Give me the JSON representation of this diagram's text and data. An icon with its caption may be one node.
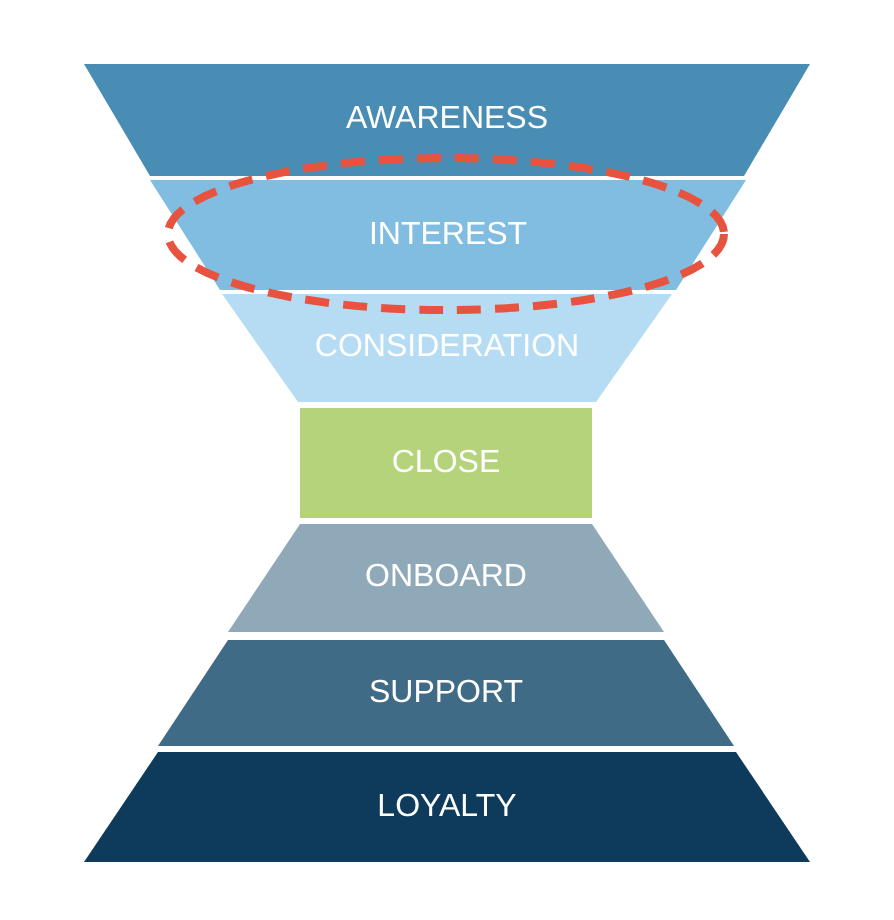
{
  "diagram": {
    "nodes": [
      {
        "text": [
          "AWARENESS"
        ]
      },
      {
        "text": [
          "INTEREST"
        ]
      },
      {
        "text": [
          "CONSIDERATION"
        ]
      },
      {
        "text": [
          "CLOSE"
        ]
      },
      {
        "text": [
          "ONBOARD"
        ]
      },
      {
        "text": [
          "SUPPORT"
        ]
      },
      {
        "text": [
          "LOYALTY"
        ]
      }
    ],
    "edges": []
  }
}
